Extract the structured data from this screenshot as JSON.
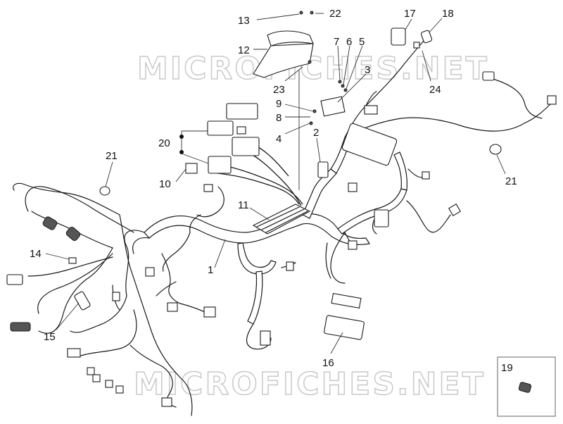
{
  "watermark": {
    "text": "MICROFICHES.NET"
  },
  "callouts": [
    {
      "id": "c13",
      "label": "13"
    },
    {
      "id": "c22",
      "label": "22"
    },
    {
      "id": "c17",
      "label": "17"
    },
    {
      "id": "c18",
      "label": "18"
    },
    {
      "id": "c12",
      "label": "12"
    },
    {
      "id": "c7",
      "label": "7"
    },
    {
      "id": "c6",
      "label": "6"
    },
    {
      "id": "c5",
      "label": "5"
    },
    {
      "id": "c3",
      "label": "3"
    },
    {
      "id": "c24",
      "label": "24"
    },
    {
      "id": "c23",
      "label": "23"
    },
    {
      "id": "c9",
      "label": "9"
    },
    {
      "id": "c8",
      "label": "8"
    },
    {
      "id": "c4",
      "label": "4"
    },
    {
      "id": "c2",
      "label": "2"
    },
    {
      "id": "c20",
      "label": "20"
    },
    {
      "id": "c21a",
      "label": "21"
    },
    {
      "id": "c21b",
      "label": "21"
    },
    {
      "id": "c10",
      "label": "10"
    },
    {
      "id": "c11",
      "label": "11"
    },
    {
      "id": "c14",
      "label": "14"
    },
    {
      "id": "c1",
      "label": "1"
    },
    {
      "id": "c15",
      "label": "15"
    },
    {
      "id": "c16",
      "label": "16"
    },
    {
      "id": "c19",
      "label": "19"
    }
  ]
}
